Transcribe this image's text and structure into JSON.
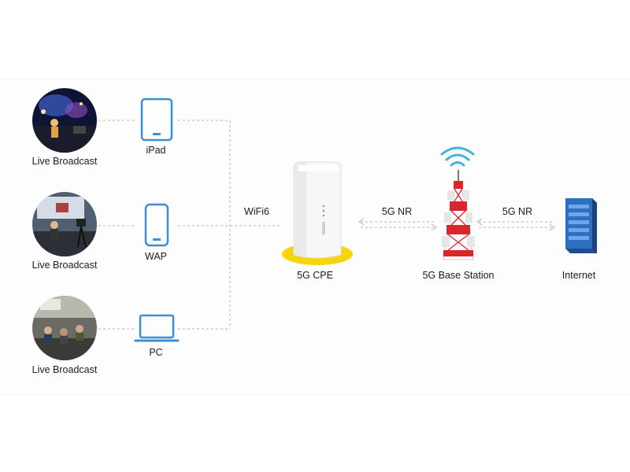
{
  "diagram": {
    "clients": [
      {
        "caption": "Live Broadcast",
        "device": "iPad",
        "device_icon": "tablet-icon"
      },
      {
        "caption": "Live Broadcast",
        "device": "WAP",
        "device_icon": "phone-icon"
      },
      {
        "caption": "Live Broadcast",
        "device": "PC",
        "device_icon": "laptop-icon"
      }
    ],
    "wifi_label": "WiFi6",
    "cpe_label": "5G CPE",
    "nr_label_1": "5G NR",
    "nr_label_2": "5G NR",
    "base_station_label": "5G Base Station",
    "internet_label": "Internet",
    "colors": {
      "device_blue": "#3b8fd6",
      "link_gray": "#b5b5b5",
      "cpe_glow": "#f6d60a",
      "tower_red": "#d8262b",
      "signal_cyan": "#3fb6d9",
      "server_blue": "#2f6fc0"
    }
  }
}
